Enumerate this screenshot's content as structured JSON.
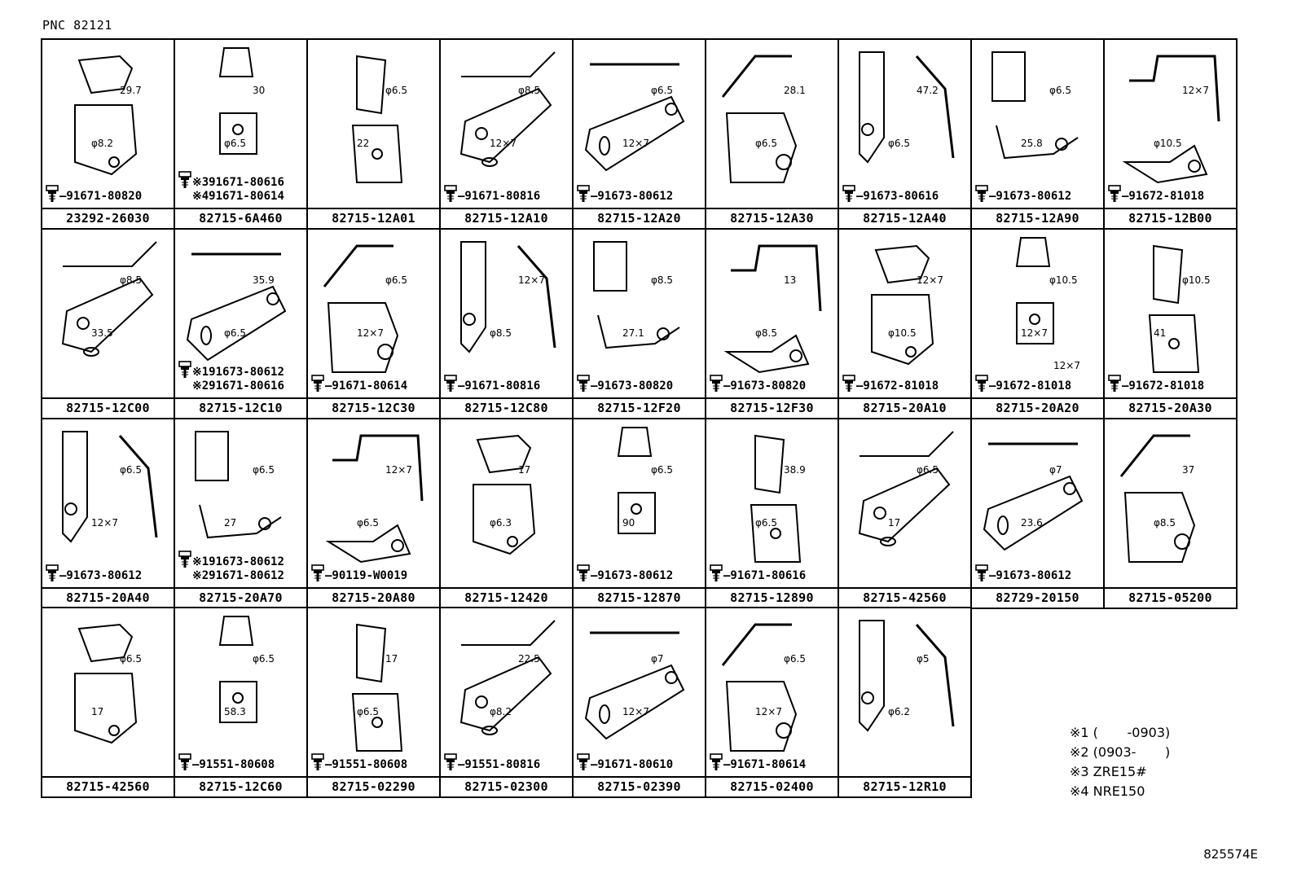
{
  "pnc": "PNC 82121",
  "diagram_code": "825574E",
  "notes": [
    "※1 (       -0903)",
    "※2 (0903-       )",
    "※3 ZRE15#",
    "※4 NRE150"
  ],
  "rows": [
    [
      {
        "part": "23292-26030",
        "bolts": [
          "91671-80820"
        ],
        "labels": [
          "29.7",
          "φ8.2"
        ]
      },
      {
        "part": "82715-6A460",
        "bolts": [
          "※391671-80616",
          "※491671-80614"
        ],
        "labels": [
          "30",
          "φ6.5"
        ]
      },
      {
        "part": "82715-12A01",
        "bolts": [],
        "labels": [
          "φ6.5",
          "22"
        ]
      },
      {
        "part": "82715-12A10",
        "bolts": [
          "91671-80816"
        ],
        "labels": [
          "φ8.5",
          "12×7"
        ]
      },
      {
        "part": "82715-12A20",
        "bolts": [
          "91673-80612"
        ],
        "labels": [
          "φ6.5",
          "12×7"
        ]
      },
      {
        "part": "82715-12A30",
        "bolts": [],
        "labels": [
          "28.1",
          "φ6.5"
        ]
      },
      {
        "part": "82715-12A40",
        "bolts": [
          "91673-80616"
        ],
        "labels": [
          "47.2",
          "φ6.5"
        ]
      },
      {
        "part": "82715-12A90",
        "bolts": [
          "91673-80612"
        ],
        "labels": [
          "φ6.5",
          "25.8"
        ]
      },
      {
        "part": "82715-12B00",
        "bolts": [
          "91672-81018"
        ],
        "labels": [
          "12×7",
          "φ10.5"
        ]
      }
    ],
    [
      {
        "part": "82715-12C00",
        "bolts": [],
        "labels": [
          "φ8.5",
          "33.5"
        ]
      },
      {
        "part": "82715-12C10",
        "bolts": [
          "※191673-80612",
          "※291671-80616"
        ],
        "labels": [
          "35.9",
          "φ6.5"
        ]
      },
      {
        "part": "82715-12C30",
        "bolts": [
          "91671-80614"
        ],
        "labels": [
          "φ6.5",
          "12×7"
        ]
      },
      {
        "part": "82715-12C80",
        "bolts": [
          "91671-80816"
        ],
        "labels": [
          "12×7",
          "φ8.5"
        ]
      },
      {
        "part": "82715-12F20",
        "bolts": [
          "91673-80820"
        ],
        "labels": [
          "φ8.5",
          "27.1"
        ]
      },
      {
        "part": "82715-12F30",
        "bolts": [
          "91673-80820"
        ],
        "labels": [
          "13",
          "φ8.5"
        ]
      },
      {
        "part": "82715-20A10",
        "bolts": [
          "91672-81018"
        ],
        "labels": [
          "12×7",
          "φ10.5"
        ]
      },
      {
        "part": "82715-20A20",
        "bolts": [
          "91672-81018"
        ],
        "labels": [
          "φ10.5",
          "12×7",
          "12×7"
        ]
      },
      {
        "part": "82715-20A30",
        "bolts": [
          "91672-81018"
        ],
        "labels": [
          "φ10.5",
          "41"
        ]
      }
    ],
    [
      {
        "part": "82715-20A40",
        "bolts": [
          "91673-80612"
        ],
        "labels": [
          "φ6.5",
          "12×7"
        ]
      },
      {
        "part": "82715-20A70",
        "bolts": [
          "※191673-80612",
          "※291671-80612"
        ],
        "labels": [
          "φ6.5",
          "27"
        ]
      },
      {
        "part": "82715-20A80",
        "bolts": [
          "90119-W0019"
        ],
        "labels": [
          "12×7",
          "φ6.5"
        ]
      },
      {
        "part": "82715-12420",
        "bolts": [],
        "labels": [
          "17",
          "φ6.3"
        ]
      },
      {
        "part": "82715-12870",
        "bolts": [
          "91673-80612"
        ],
        "labels": [
          "φ6.5",
          "90"
        ]
      },
      {
        "part": "82715-12890",
        "bolts": [
          "91671-80616"
        ],
        "labels": [
          "38.9",
          "φ6.5"
        ]
      },
      {
        "part": "82715-42560",
        "bolts": [],
        "labels": [
          "φ6.5",
          "17"
        ]
      },
      {
        "part": "82729-20150",
        "bolts": [
          "91673-80612"
        ],
        "labels": [
          "φ7",
          "23.6"
        ]
      },
      {
        "part": "82715-05200",
        "bolts": [],
        "labels": [
          "37",
          "φ8.5"
        ]
      }
    ],
    [
      {
        "part": "82715-42560",
        "bolts": [],
        "labels": [
          "φ6.5",
          "17"
        ]
      },
      {
        "part": "82715-12C60",
        "bolts": [
          "91551-80608"
        ],
        "labels": [
          "φ6.5",
          "58.3"
        ]
      },
      {
        "part": "82715-02290",
        "bolts": [
          "91551-80608"
        ],
        "labels": [
          "17",
          "φ6.5"
        ]
      },
      {
        "part": "82715-02300",
        "bolts": [
          "91551-80816"
        ],
        "labels": [
          "22.5",
          "φ8.2"
        ]
      },
      {
        "part": "82715-02390",
        "bolts": [
          "91671-80610"
        ],
        "labels": [
          "φ7",
          "12×7"
        ]
      },
      {
        "part": "82715-02400",
        "bolts": [
          "91671-80614"
        ],
        "labels": [
          "φ6.5",
          "12×7"
        ]
      },
      {
        "part": "82715-12R10",
        "bolts": [],
        "labels": [
          "φ5",
          "φ6.2"
        ]
      }
    ]
  ]
}
